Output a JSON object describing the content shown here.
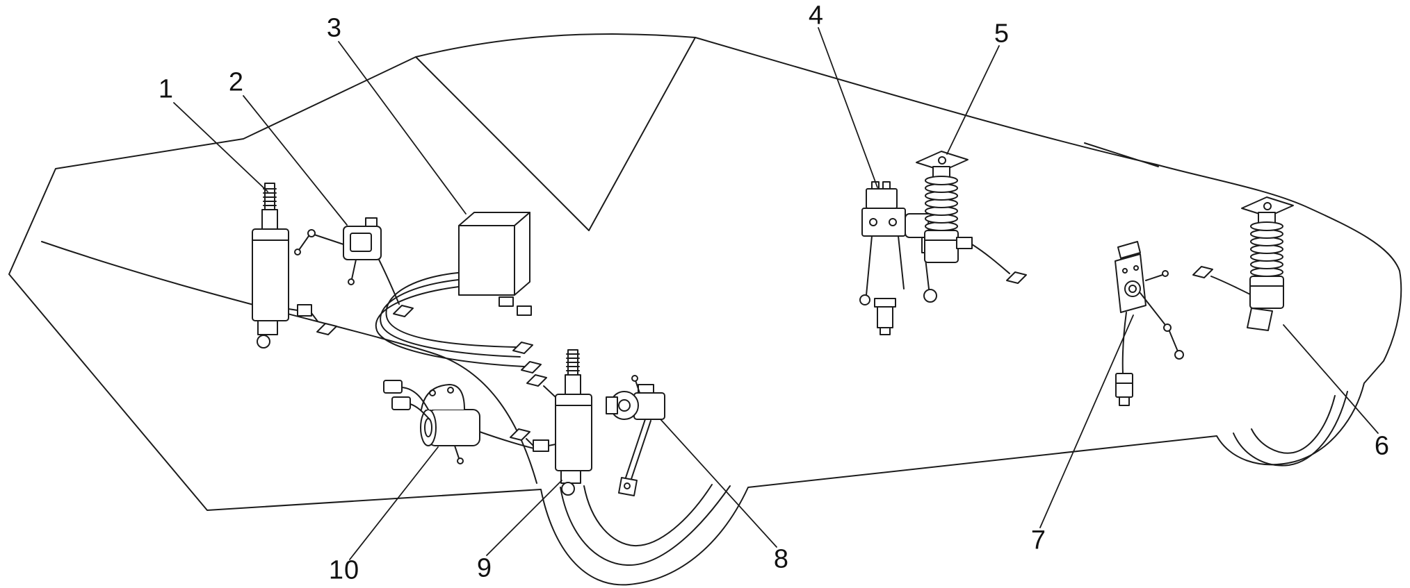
{
  "diagram": {
    "callouts": [
      {
        "label": "1"
      },
      {
        "label": "2"
      },
      {
        "label": "3"
      },
      {
        "label": "4"
      },
      {
        "label": "5"
      },
      {
        "label": "6"
      },
      {
        "label": "7"
      },
      {
        "label": "8"
      },
      {
        "label": "9"
      },
      {
        "label": "10"
      }
    ]
  },
  "colors": {
    "line": "#1b1b1b",
    "background": "#ffffff"
  }
}
